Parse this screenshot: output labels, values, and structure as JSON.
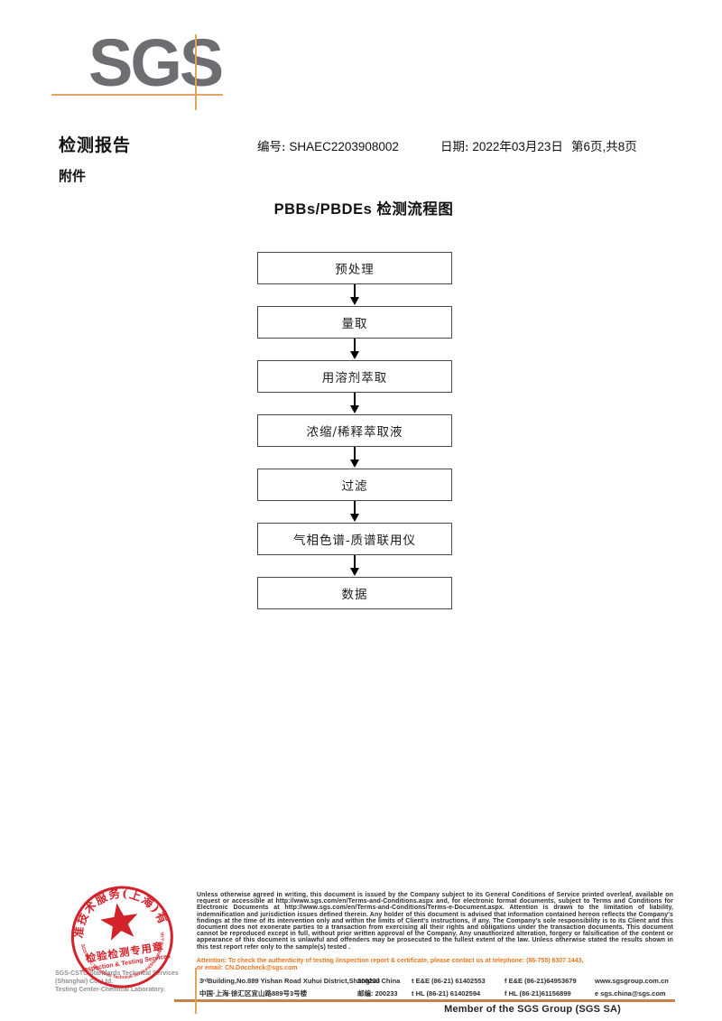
{
  "logo": {
    "text": "SGS"
  },
  "header": {
    "report_title": "检测报告",
    "report_no_label": "编号:",
    "report_no": "SHAEC2203908002",
    "date_label": "日期:",
    "date_value": "2022年03月23日",
    "page_info": "第6页,共8页",
    "attachment_label": "附件"
  },
  "flowchart": {
    "title": "PBBs/PBDEs 检测流程图",
    "steps": [
      "预处理",
      "量取",
      "用溶剂萃取",
      "浓缩/稀释萃取液",
      "过滤",
      "气相色谱-质谱联用仪",
      "数据"
    ]
  },
  "stamp": {
    "ring_text": "通标标准技术服务(上海)有限公司",
    "arc_text": "SGS-CSTC Standards Technical Services(Shanghai)Co.,Ltd.",
    "seal_line1": "检验检测专用章",
    "seal_line2": "Inspection & Testing Services",
    "company_line1": "SGS-CSTC Standards Technical Services (Shanghai) Co.,Ltd.",
    "company_line2": "Testing Center-Chemical Laboratory."
  },
  "footer": {
    "legal_text": "Unless otherwise agreed in writing, this document is issued by the Company subject to its General Conditions of Service printed overleaf, available on request or accessible at http://www.sgs.com/en/Terms-and-Conditions.aspx and, for electronic format documents, subject to Terms and Conditions for Electronic Documents at http://www.sgs.com/en/Terms-and-Conditions/Terms-e-Document.aspx. Attention is drawn to the limitation of liability, indemnification and jurisdiction issues defined therein. Any holder of this document is advised that information contained hereon reflects the Company's findings at the time of its intervention only and within the limits of Client's instructions, if any. The Company's sole responsibility is to its Client and this document does not exonerate parties to a transaction from exercising all their rights and obligations under the transaction documents. This document cannot be reproduced except in full, without prior written approval of the Company. Any unauthorized alteration, forgery or falsification of the content or appearance of this document is unlawful and offenders may be prosecuted to the fullest extent of the law. Unless otherwise stated the results shown in this test report refer only to the sample(s) tested .",
    "attention_line1": "Attention: To check the authenticity of testing /inspection report & certificate, please contact us at telephone: (86-755) 8307 1443,",
    "attention_line2": "or email: CN.Doccheck@sgs.com",
    "address_en": "3ʳᵈBuilding,No.889 Yishan Road Xuhui District,Shanghai China",
    "postcode_en": "200233",
    "tel_en": "t E&E (86-21) 61402553",
    "fax_en": "f E&E (86-21)64953679",
    "web": "www.sgsgroup.com.cn",
    "address_cn": "中国·上海·徐汇区宜山路889号3号楼",
    "postcode_cn": "邮编: 200233",
    "tel_cn": "t HL (86-21) 61402594",
    "fax_cn": "f HL (86-21)61156899",
    "email": "e  sgs.china@sgs.com",
    "member_text": "Member of the SGS Group (SGS SA)"
  },
  "colors": {
    "logo_gray": "#6d6e71",
    "accent_orange": "#e2a35f",
    "rule_brown": "#c9834a",
    "attention_orange": "#e87722",
    "stamp_red": "#d3222a"
  }
}
